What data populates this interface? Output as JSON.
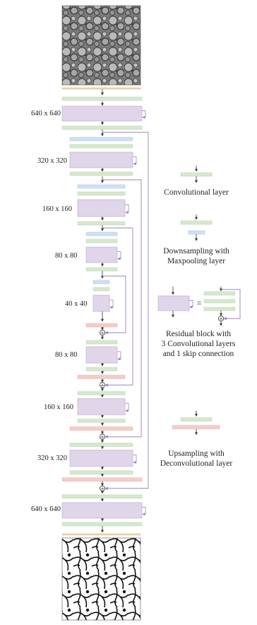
{
  "colors": {
    "conv": "#d6e8cf",
    "conv_stroke": "#b7d3ab",
    "down": "#cfe0f5",
    "down_stroke": "#a9c4e8",
    "up": "#f6cdc9",
    "up_stroke": "#e3a9a3",
    "res": "#e1d5ea",
    "res_stroke": "#b9a3cc",
    "skip": "#9b7fc0",
    "io": "#f0d9a8",
    "arrow": "#333333"
  },
  "network": {
    "input_image": "input electron microscopy image (neuronal tissue)",
    "output_image": "output segmentation mask (black and white membranes)",
    "stage_labels": [
      "640 x 640",
      "320 x 320",
      "160 x 160",
      "80 x 80",
      "40 x 40",
      "80 x 80",
      "160 x 160",
      "320 x 320",
      "640 x 640"
    ],
    "sum_symbol": "+"
  },
  "legend": {
    "conv": "Convolutional layer",
    "down": [
      "Downsampling with",
      "Maxpooling layer"
    ],
    "res": [
      "Residual block with",
      "3 Convolutional layers",
      "and 1 skip connection"
    ],
    "res_equals": "=",
    "up": [
      "Upsampling with",
      "Deconvolutional layer"
    ]
  }
}
